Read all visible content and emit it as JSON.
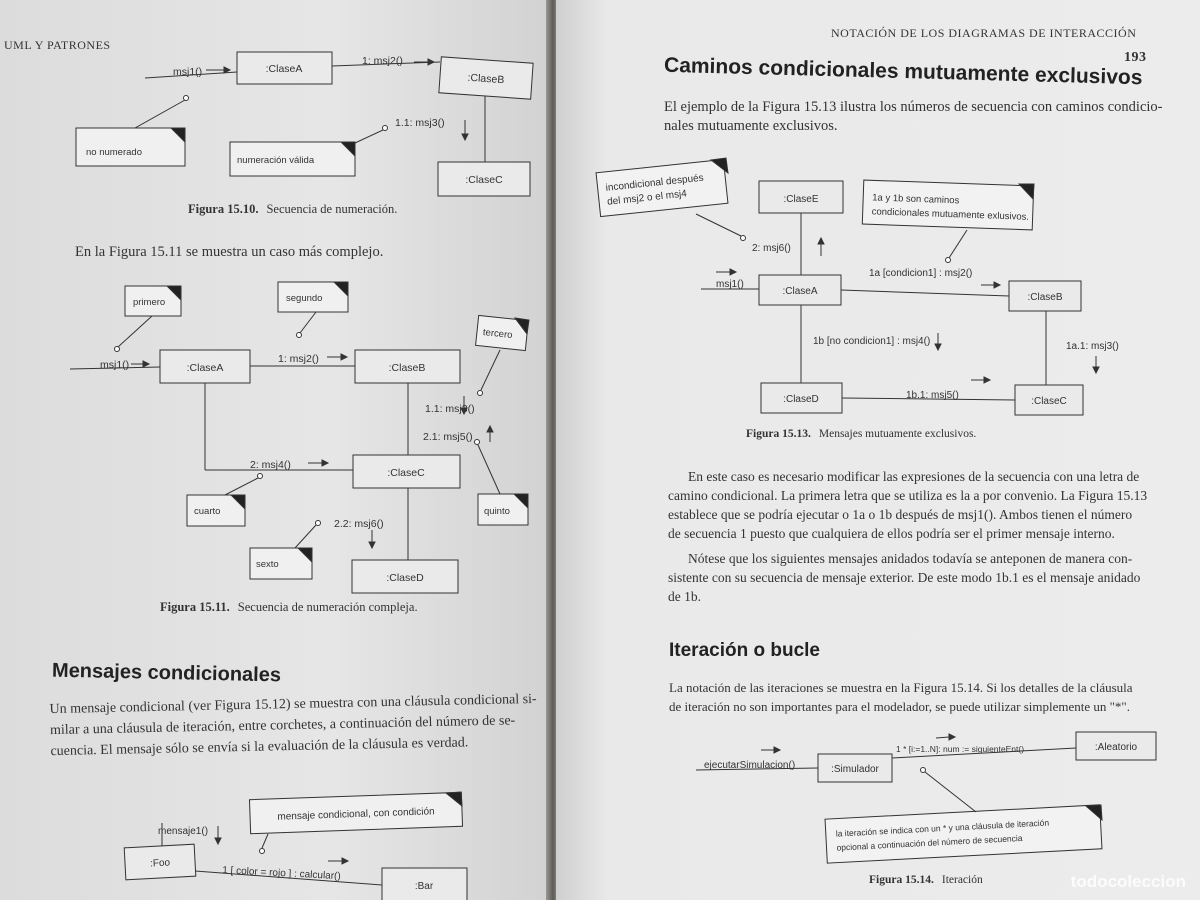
{
  "left_page": {
    "running_header": "UML Y PATRONES",
    "fig_15_10": {
      "boxes": [
        ":ClaseA",
        ":ClaseB",
        ":ClaseC"
      ],
      "messages": [
        "msj1()",
        "1: msj2()",
        "1.1: msj3()"
      ],
      "notes": [
        "no numerado",
        "numeración válida"
      ],
      "caption_num": "Figura 15.10.",
      "caption_text": "Secuencia de numeración."
    },
    "intro_15_11": "En la Figura 15.11 se muestra un caso más complejo.",
    "fig_15_11": {
      "boxes": [
        ":ClaseA",
        ":ClaseB",
        ":ClaseC",
        ":ClaseD"
      ],
      "messages": [
        "msj1()",
        "1: msj2()",
        "1.1: msj3()",
        "2.1: msj5()",
        "2: msj4()",
        "2.2: msj6()"
      ],
      "notes": [
        "primero",
        "segundo",
        "tercero",
        "cuarto",
        "quinto",
        "sexto"
      ],
      "caption_num": "Figura 15.11.",
      "caption_text": "Secuencia de numeración compleja."
    },
    "section_title": "Mensajes condicionales",
    "para_lines": [
      "Un mensaje condicional (ver Figura 15.12) se muestra con una cláusula condicional si-",
      "milar a una cláusula de iteración, entre corchetes, a continuación del número de se-",
      "cuencia. El mensaje sólo se envía si la evaluación de la cláusula es verdad."
    ],
    "fig_15_12": {
      "boxes": [
        ":Foo",
        ":Bar"
      ],
      "messages": [
        "mensaje1()",
        "1 [ color = rojo ] : calcular()"
      ],
      "notes": [
        "mensaje condicional, con condición"
      ]
    }
  },
  "right_page": {
    "running_header": "NOTACIÓN DE LOS DIAGRAMAS DE INTERACCIÓN",
    "page_number": "193",
    "section_title": "Caminos condicionales mutuamente exclusivos",
    "intro_lines": [
      "El ejemplo de la Figura 15.13 ilustra los números de secuencia con caminos condicio-",
      "nales mutuamente exclusivos."
    ],
    "fig_15_13": {
      "boxes": [
        ":ClaseE",
        ":ClaseA",
        ":ClaseB",
        ":ClaseD",
        ":ClaseC"
      ],
      "messages": [
        "msj1()",
        "2: msj6()",
        "1a [condicion1] : msj2()",
        "1b [no condicion1] : msj4()",
        "1a.1: msj3()",
        "1b.1: msj5()"
      ],
      "notes": [
        [
          "incondicional después",
          "del msj2 o el msj4"
        ],
        [
          "1a y 1b son caminos",
          "condicionales mutuamente exlusivos."
        ]
      ],
      "caption_num": "Figura 15.13.",
      "caption_text": "Mensajes mutuamente exclusivos."
    },
    "para1_lines": [
      "En este caso es necesario modificar las expresiones de la secuencia con una letra de",
      "camino condicional. La primera letra que se utiliza es la a por convenio. La Figura 15.13",
      "establece que se podría ejecutar o 1a o 1b después de msj1(). Ambos tienen el número",
      "de secuencia 1 puesto que cualquiera de ellos podría ser el primer mensaje interno."
    ],
    "para2_lines": [
      "Nótese que los siguientes mensajes anidados todavía se anteponen de manera con-",
      "sistente con su secuencia de mensaje exterior. De este modo 1b.1 es el mensaje anidado",
      "de 1b."
    ],
    "section2_title": "Iteración o bucle",
    "para3_lines": [
      "La notación de las iteraciones se muestra en la Figura 15.14. Si los detalles de la cláusula",
      "de iteración no son importantes para el modelador, se puede utilizar simplemente un \"*\"."
    ],
    "fig_15_14": {
      "boxes": [
        ":Simulador",
        ":Aleatorio"
      ],
      "messages": [
        "ejecutarSimulacion()",
        "1 * [i:=1..N]: num := siguienteEnt()"
      ],
      "note_lines": [
        "la iteración se indica con un * y una cláusula de iteración",
        "opcional a continuación del número de secuencia"
      ],
      "caption_num": "Figura 15.14.",
      "caption_text": "Iteración"
    },
    "watermark": "todocoleccion"
  }
}
